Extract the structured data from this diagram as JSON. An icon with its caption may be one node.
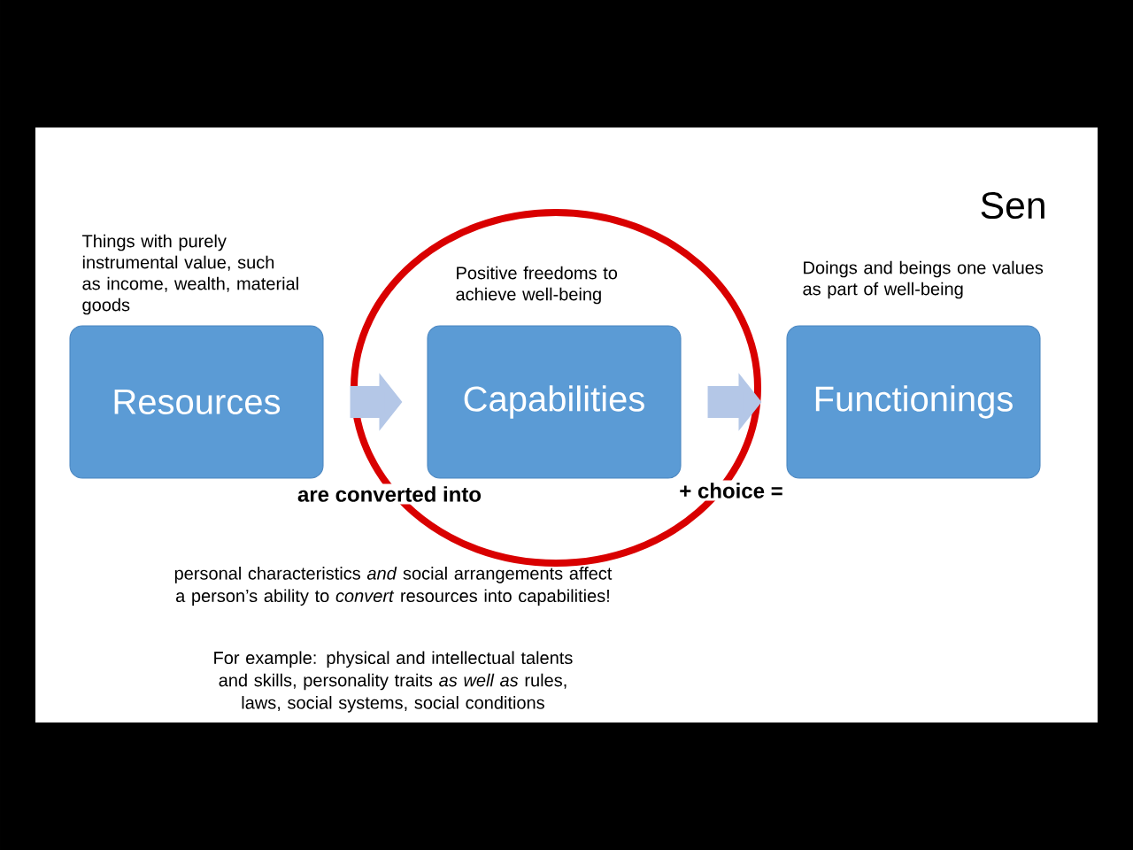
{
  "diagram": {
    "title": "Sen",
    "nodes": [
      {
        "text": [
          "Resources"
        ],
        "beside": [
          "Things with purely instrumental value, such as income, wealth, material goods"
        ]
      },
      {
        "text": [
          "Capabilities"
        ],
        "beside": [
          "Positive freedoms to achieve well-being"
        ]
      },
      {
        "text": [
          "Functionings"
        ],
        "beside": [
          "Doings and beings one values as part of well-being"
        ]
      }
    ],
    "edges": [
      {
        "from": 0,
        "to": 1,
        "arrow": "to",
        "label": "are converted into"
      },
      {
        "from": 1,
        "to": 2,
        "arrow": "to",
        "label": "+ choice ="
      }
    ],
    "labels": [
      "personal characteristics *and* social arrangements affect a person’s ability to *convert* resources into capabilities!",
      "For example:  physical and intellectual talents and skills, personality traits *as well as* rules, laws, social systems, social conditions"
    ]
  }
}
